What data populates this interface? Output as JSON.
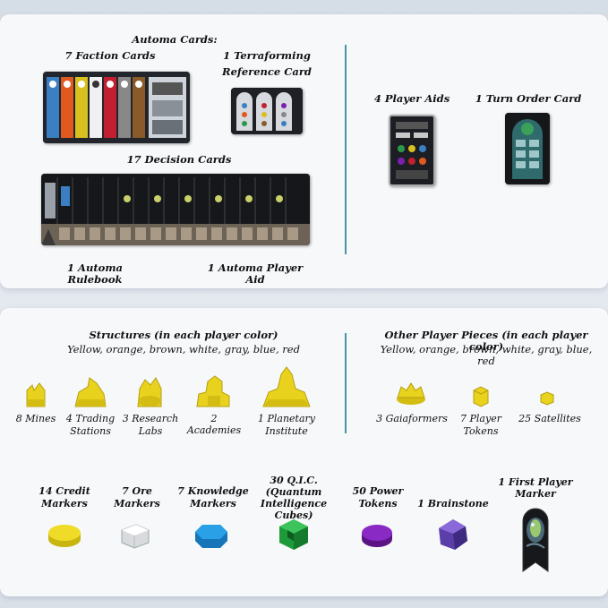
{
  "automa": {
    "heading": "Automa Cards:",
    "faction_cards": "7 Faction Cards",
    "terraforming_line1": "1 Terraforming",
    "terraforming_line2": "Reference Card",
    "decision_cards": "17 Decision Cards",
    "rulebook": "1 Automa Rulebook",
    "player_aid": "1 Automa Player Aid"
  },
  "right_top": {
    "player_aids": "4 Player Aids",
    "turn_order": "1 Turn Order Card"
  },
  "structures": {
    "heading": "Structures (in each player color)",
    "colors": "Yellow, orange, brown, white, gray, blue, red",
    "items": [
      {
        "line1": "8 Mines",
        "line2": ""
      },
      {
        "line1": "4 Trading",
        "line2": "Stations"
      },
      {
        "line1": "3 Research",
        "line2": "Labs"
      },
      {
        "line1": "2 Academies",
        "line2": ""
      },
      {
        "line1": "1 Planetary",
        "line2": "Institute"
      }
    ]
  },
  "other_pieces": {
    "heading": "Other Player Pieces (in each player color)",
    "colors": "Yellow, orange, brown, white, gray, blue, red",
    "items": [
      {
        "line1": "3 Gaiaformers",
        "line2": ""
      },
      {
        "line1": "7 Player",
        "line2": "Tokens"
      },
      {
        "line1": "25 Satellites",
        "line2": ""
      }
    ]
  },
  "markers": [
    {
      "line1": "14 Credit",
      "line2": "Markers",
      "line3": ""
    },
    {
      "line1": "7 Ore",
      "line2": "Markers",
      "line3": ""
    },
    {
      "line1": "7 Knowledge",
      "line2": "Markers",
      "line3": ""
    },
    {
      "line1": "30 Q.I.C.",
      "line2": "(Quantum",
      "line3": "Intelligence Cubes)"
    },
    {
      "line1": "50 Power",
      "line2": "Tokens",
      "line3": ""
    },
    {
      "line1": "1 Brainstone",
      "line2": "",
      "line3": ""
    },
    {
      "line1": "1 First Player",
      "line2": "Marker",
      "line3": ""
    }
  ],
  "colors": {
    "accent_line": "#4a93a8",
    "yellow_piece": "#e8d21e",
    "white_marker": "#ffffff",
    "blue_marker": "#1e8fd6",
    "green_cube": "#1f9a3a",
    "purple_token": "#7a1fb0",
    "brainstone": "#5a3fa8"
  }
}
